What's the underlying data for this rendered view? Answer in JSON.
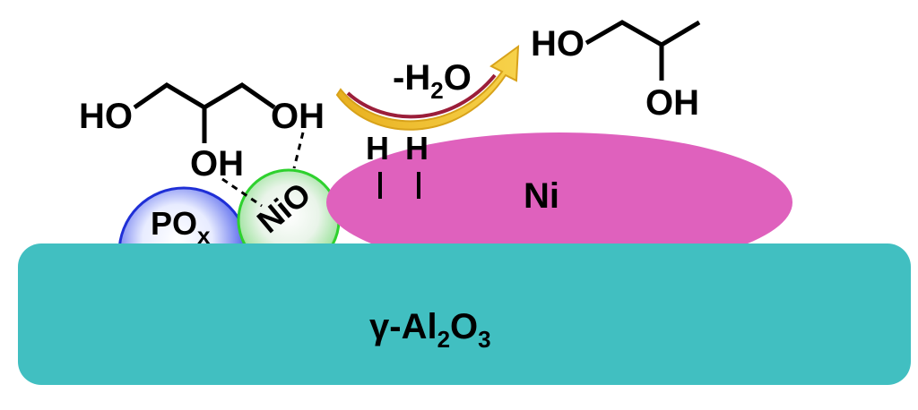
{
  "support": {
    "label_prefix": "γ-Al",
    "label_sub1": "2",
    "label_mid": "O",
    "label_sub2": "3",
    "color": "#41bfc1"
  },
  "nickel": {
    "label": "Ni",
    "color": "#df61bd"
  },
  "nio": {
    "label": "NiO",
    "color": "#2ed12e"
  },
  "pox": {
    "label": "PO",
    "label_sub": "x",
    "color": "#1f2fd6"
  },
  "glycerol": {
    "ho_left": "HO",
    "oh_right": "OH",
    "oh_middle": "OH"
  },
  "hydrogen": {
    "h1": "H",
    "h2": "H"
  },
  "dehydration": {
    "prefix": "-H",
    "sub": "2",
    "suffix": "O",
    "arrow_color": "#f2c230",
    "arrow_inner": "#9b1e3a"
  },
  "product": {
    "ho": "HO",
    "oh": "OH"
  }
}
